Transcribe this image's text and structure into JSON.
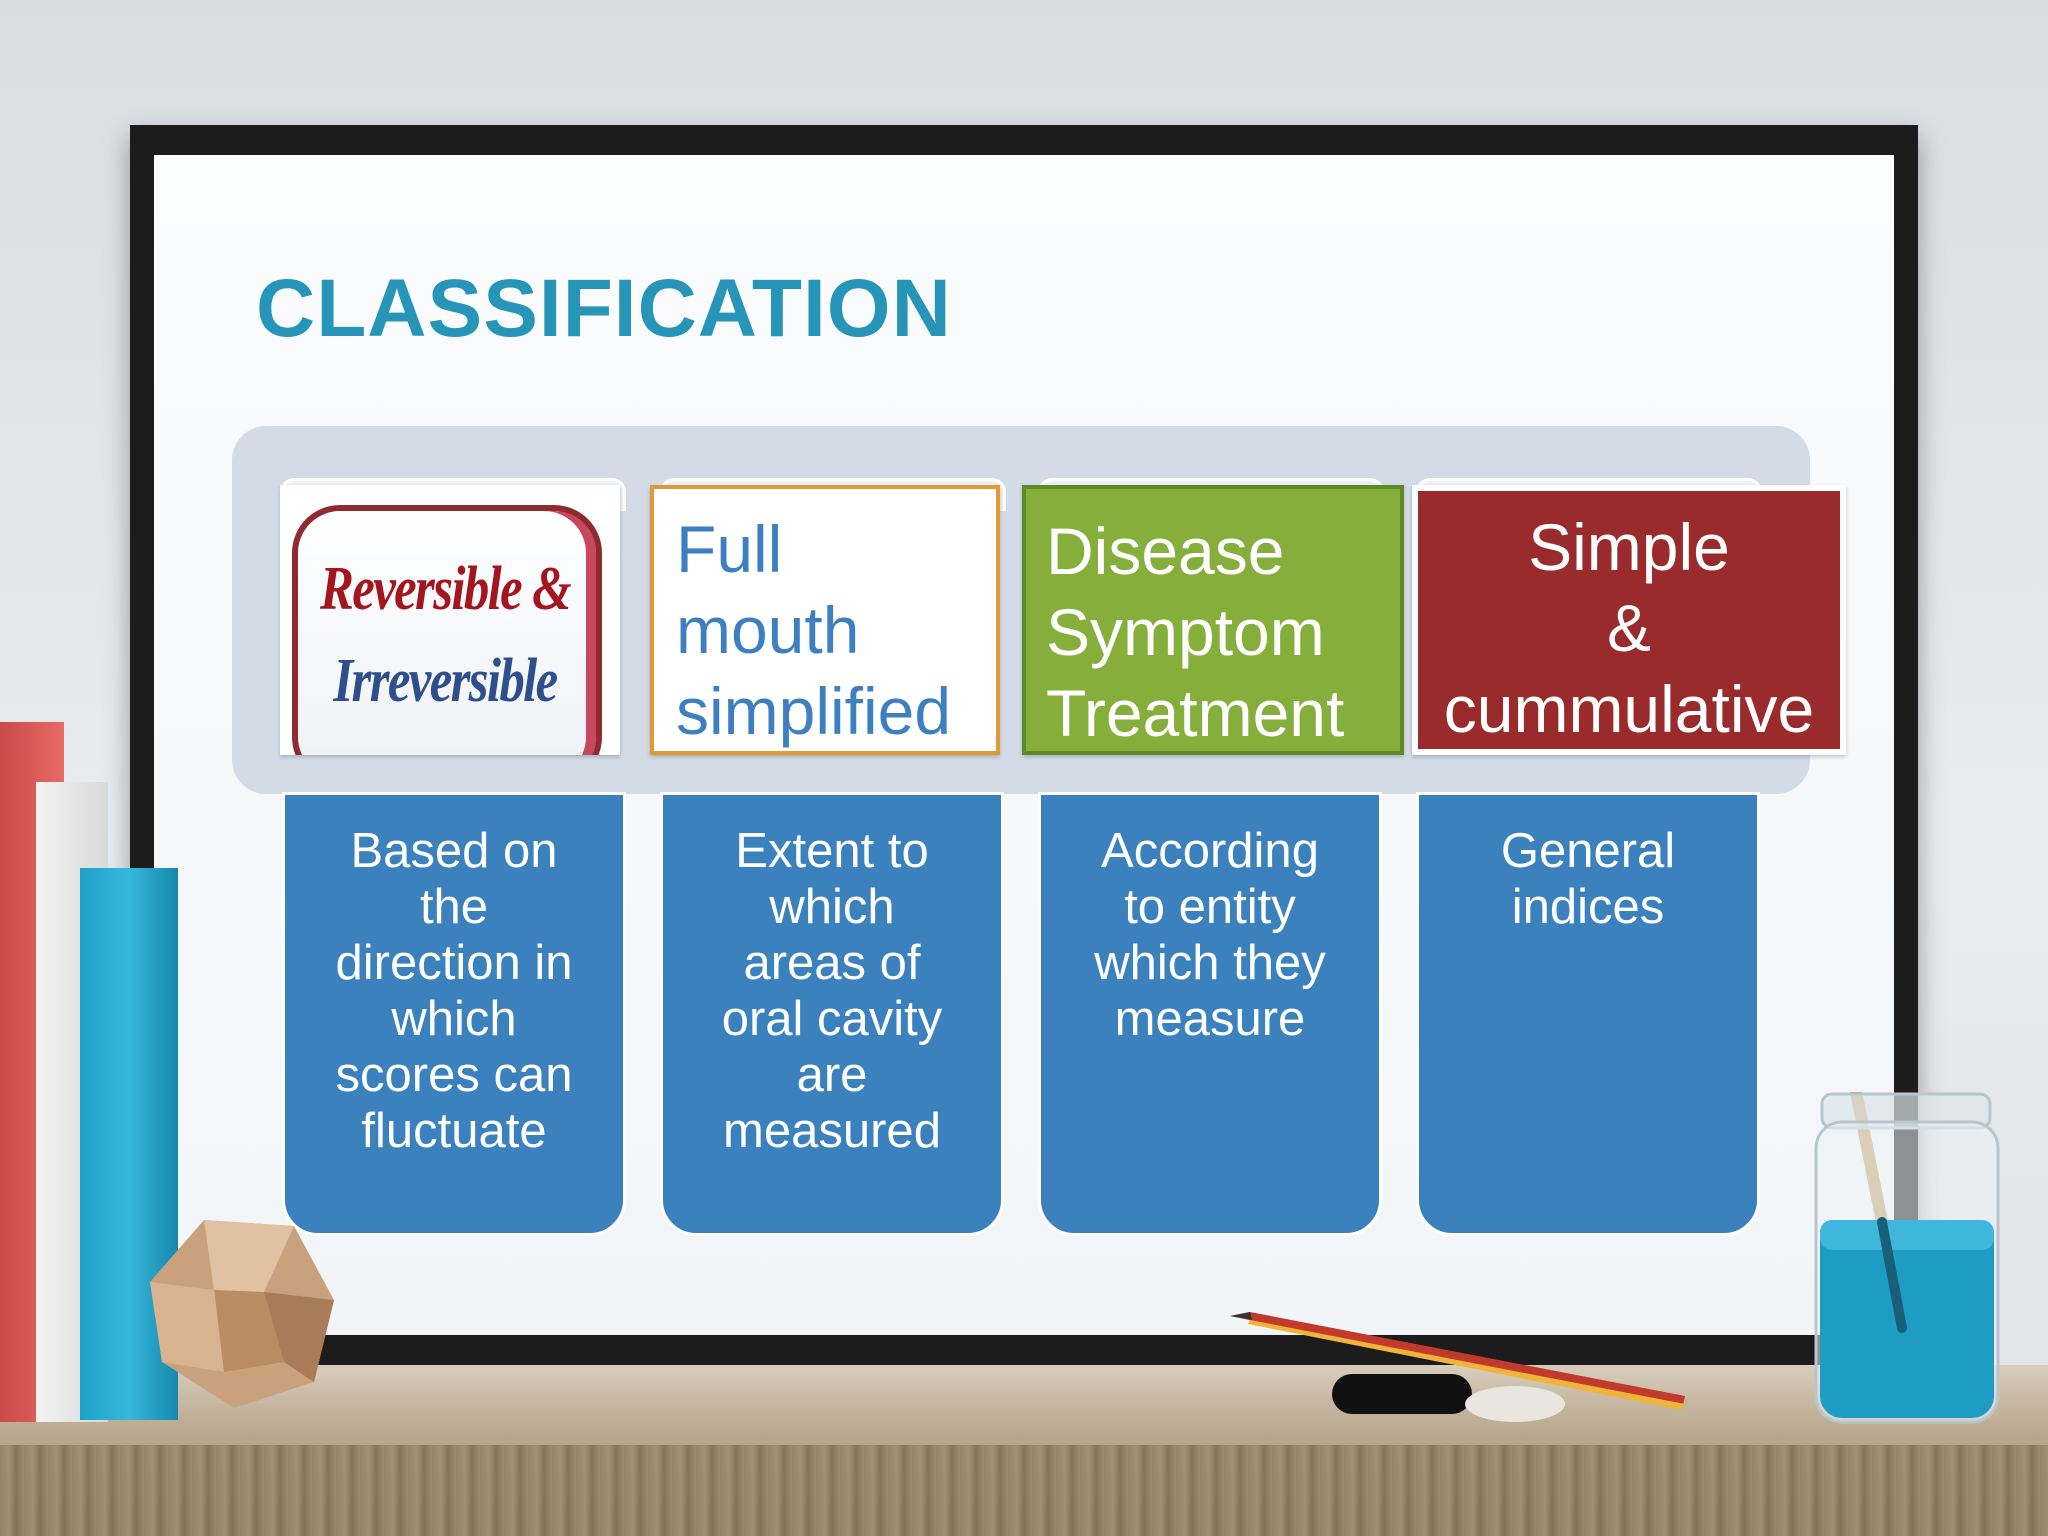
{
  "slide": {
    "title": "CLASSIFICATION"
  },
  "cards": [
    {
      "kind": "image",
      "lines": [
        "Reversible &",
        "Irreversible"
      ],
      "color": "#9a2b2c"
    },
    {
      "kind": "text",
      "lines": [
        "Full",
        "mouth",
        "simplified"
      ],
      "color": "#e09a33"
    },
    {
      "kind": "text",
      "lines": [
        "Disease",
        "Symptom",
        "Treatment"
      ],
      "color": "#86ae3b"
    },
    {
      "kind": "text",
      "lines": [
        "Simple",
        "&",
        "cummulative"
      ],
      "color": "#9a2b2c"
    }
  ],
  "descriptions": [
    [
      "Based on",
      "the",
      "direction in",
      "which",
      "scores can",
      "fluctuate"
    ],
    [
      "Extent to",
      "which",
      "areas of",
      "oral cavity",
      "are",
      "measured"
    ],
    [
      "According",
      "to entity",
      "which they",
      "measure"
    ],
    [
      "General",
      "indices"
    ]
  ],
  "colors": {
    "title": "#2795b8",
    "description_box": "#3b81bd",
    "band": "#d3dbe7"
  }
}
